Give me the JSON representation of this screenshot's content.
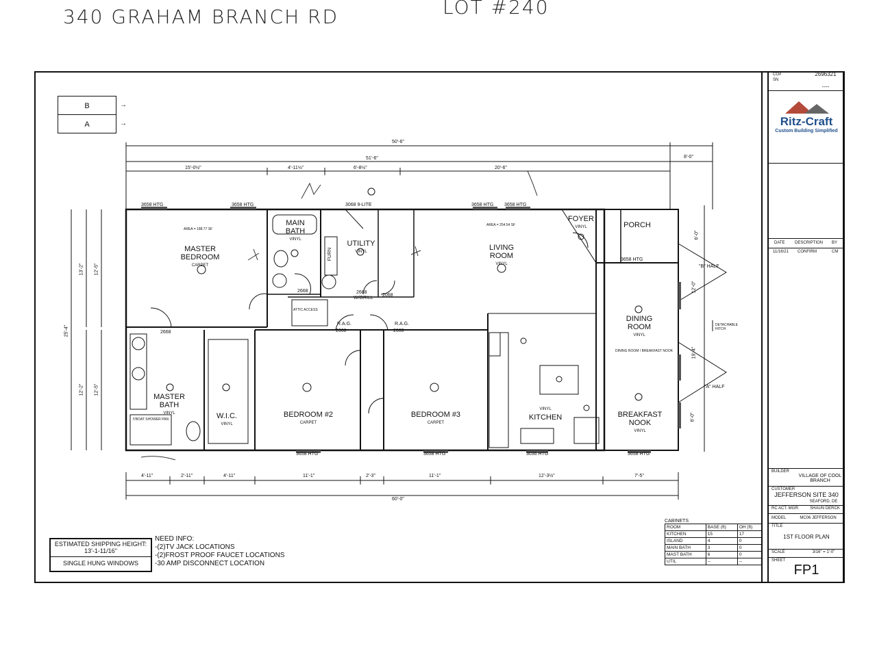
{
  "handwriting": {
    "address": "340 GRAHAM BRANCH RD",
    "lot": "LOT #240"
  },
  "ab_markers": [
    "B",
    "A"
  ],
  "dimensions": {
    "overall_top": "50'-6\"",
    "top_right": "8'-0\"",
    "seg_top": [
      "51'-6\"",
      "15'-0½\"",
      "4'-11½\"",
      "6'-8½\"",
      "20'-6\""
    ],
    "overall_bottom": "60'-0\"",
    "seg_bottom": [
      "4'-11\"",
      "2'-11\"",
      "4'-11\"",
      "11'-1\"",
      "2'-3\"",
      "11'-1\"",
      "12'-3½\"",
      "7'-5\""
    ],
    "left_outer": "25'-4\"",
    "left_upper": [
      "13'-2\"",
      "12'-5\""
    ],
    "left_lower": [
      "12'-2\"",
      "12'-5\""
    ],
    "right": [
      "6'-0\"",
      "12'-0\"",
      "19'-4\"",
      "6'-0\""
    ]
  },
  "rooms": {
    "master_bedroom": {
      "name": "MASTER BEDROOM",
      "floor": "CARPET"
    },
    "main_bath": {
      "name": "MAIN BATH",
      "floor": "VINYL"
    },
    "utility": {
      "name": "UTILITY",
      "floor": "VINYL"
    },
    "living_room": {
      "name": "LIVING ROOM",
      "floor": "VINYL"
    },
    "foyer": {
      "name": "FOYER",
      "floor": "VINYL"
    },
    "porch": {
      "name": "PORCH"
    },
    "dining_room": {
      "name": "DINING ROOM",
      "floor": "VINYL"
    },
    "master_bath": {
      "name": "MASTER BATH",
      "floor": "VINYL"
    },
    "wic": {
      "name": "W.I.C.",
      "floor": "VINYL"
    },
    "bedroom2": {
      "name": "BEDROOM #2",
      "floor": "CARPET"
    },
    "bedroom3": {
      "name": "BEDROOM #3",
      "floor": "CARPET"
    },
    "kitchen": {
      "name": "KITCHEN",
      "floor": "VINYL"
    },
    "breakfast_nook": {
      "name": "BREAKFAST NOOK",
      "floor": "VINYL"
    }
  },
  "labels": {
    "htg": "3658 HTG",
    "htg_3036": "3036 HTG",
    "door_2668": "2668",
    "door_2068": "2068",
    "door_3068": "3068 9-LITE",
    "rag": "R.A.G.",
    "wgrill": "W/GRILL",
    "detachable_hitch": "DETACHABLE HITCH",
    "b_half": "\"B\" HALF",
    "a_half": "\"A\" HALF",
    "furn": "FURN",
    "shower": "5'BOAT SHOWER PAN",
    "attic": "ATTIC ACCESS",
    "living_area": "AREA = 254.54 SF",
    "mb_area": "AREA = 188.77 SF",
    "dining_area": "DINING ROOM / BREAKFAST NOOK"
  },
  "title_block": {
    "co_label": "CO#",
    "co": "2696321",
    "sn_label": "SN",
    "sn": "----",
    "logo_name": "Ritz-Craft",
    "logo_tag": "Custom Building Simplified",
    "rev_headers": [
      "DATE",
      "DESCRIPTION",
      "BY"
    ],
    "rev_row": [
      "11/16/21",
      "CONFIRM",
      "CM"
    ],
    "builder_label": "BUILDER",
    "builder": "VILLAGE OF COOL BRANCH",
    "customer_label": "CUSTOMER",
    "customer": "JEFFERSON SITE 340",
    "location": "SEAFORD, DE",
    "rc_label": "RC ACT. MGR:",
    "rc": "SHAUN DERCK",
    "model_label": "MODEL",
    "model": "MC06   JEFFERSON",
    "title_label": "TITLE",
    "title": "1ST FLOOR PLAN",
    "scale_label": "SCALE",
    "scale": "3/16\" = 1'-0\"",
    "sheet_label": "SHEET",
    "sheet": "FP1"
  },
  "cabinets": {
    "title": "CABINETS",
    "headers": [
      "ROOM",
      "BASE (ft)",
      "OH (ft)"
    ],
    "rows": [
      [
        "KITCHEN",
        "15",
        "17"
      ],
      [
        "ISLAND",
        "4",
        "0"
      ],
      [
        "MAIN BATH",
        "3",
        "0"
      ],
      [
        "MAST BATH",
        "6",
        "0"
      ],
      [
        "UTIL",
        "--",
        "--"
      ]
    ]
  },
  "shipping": {
    "line1": "ESTIMATED SHIPPING HEIGHT:",
    "line2": "13'-1-11/16\"",
    "line3": "SINGLE HUNG WINDOWS"
  },
  "need_info": {
    "title": "NEED INFO:",
    "items": [
      "-(2)TV JACK LOCATIONS",
      "-(2)FROST PROOF FAUCET LOCATIONS",
      "-30 AMP DISCONNECT LOCATION"
    ]
  }
}
